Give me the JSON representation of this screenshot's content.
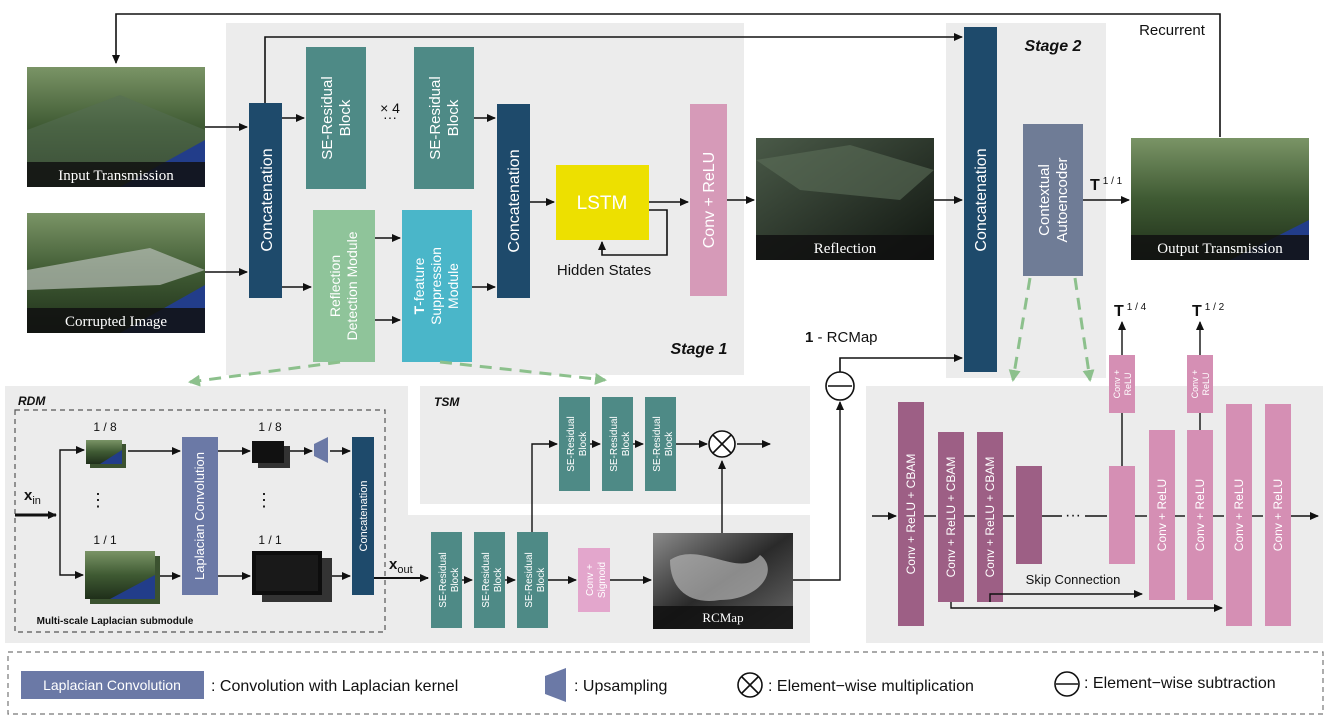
{
  "images": {
    "input_transmission": "Input Transmission",
    "corrupted_image": "Corrupted Image",
    "reflection": "Reflection",
    "output_transmission": "Output Transmission",
    "rcmap": "RCMap"
  },
  "stage1": {
    "label": "Stage 1",
    "concatenation": "Concatenation",
    "se_residual": "SE-Residual Block",
    "times4": "× 4",
    "rdm": "Reflection Detection Module",
    "tsm": "T-feature Suppression Module",
    "concatenation2": "Concatenation",
    "lstm": "LSTM",
    "hidden_states": "Hidden States",
    "conv_relu": "Conv + ReLU"
  },
  "stage2": {
    "label": "Stage 2",
    "recurrent": "Recurrent",
    "concatenation": "Concatenation",
    "autoencoder": "Contextual Autoencoder",
    "one_minus_rcmap": "1 - RCMap",
    "t_full": "T",
    "t_full_sup": "1 / 1",
    "t_quarter": "T",
    "t_quarter_sup": "1 / 4",
    "t_half": "T",
    "t_half_sup": "1 / 2",
    "conv_relu_cbam": "Conv + ReLU + CBAM",
    "conv_relu": "Conv + ReLU",
    "skip_connection": "Skip Connection",
    "dots": "···"
  },
  "rdm": {
    "title": "RDM",
    "xin": "x",
    "xin_sub": "in",
    "scale_eighth": "1 / 8",
    "scale_full": "1 / 1",
    "laplacian": "Laplacian Convolution",
    "concatenation": "Concatenation",
    "submodule": "Multi-scale Laplacian submodule",
    "xout": "x",
    "xout_sub": "out",
    "vdots": "⋮"
  },
  "tsm": {
    "title": "TSM",
    "se_residual": "SE-Residual Block",
    "conv_sigmoid": "Conv + Sigmoid"
  },
  "legend": {
    "laplacian_box": "Laplacian Convolution",
    "laplacian_desc": ": Convolution with Laplacian kernel",
    "upsampling_desc": ": Upsampling",
    "multiply_desc": ": Element−wise multiplication",
    "subtract_desc": ": Element−wise subtraction"
  },
  "colors": {
    "panel_gray": "#ececec",
    "dark_navy": "#1e4a6b",
    "se_teal": "#4e8a86",
    "rdm_green": "#8fc49a",
    "tsm_cyan": "#4ab6c9",
    "lstm_yellow": "#ede000",
    "conv_pink": "#d69ab8",
    "decoder_pink": "#d58fb4",
    "dark_mauve": "#9d5f85",
    "ae_slate": "#6f7c96",
    "laplacian_blue": "#6b79a6",
    "dashed_green": "#8cc08c"
  }
}
